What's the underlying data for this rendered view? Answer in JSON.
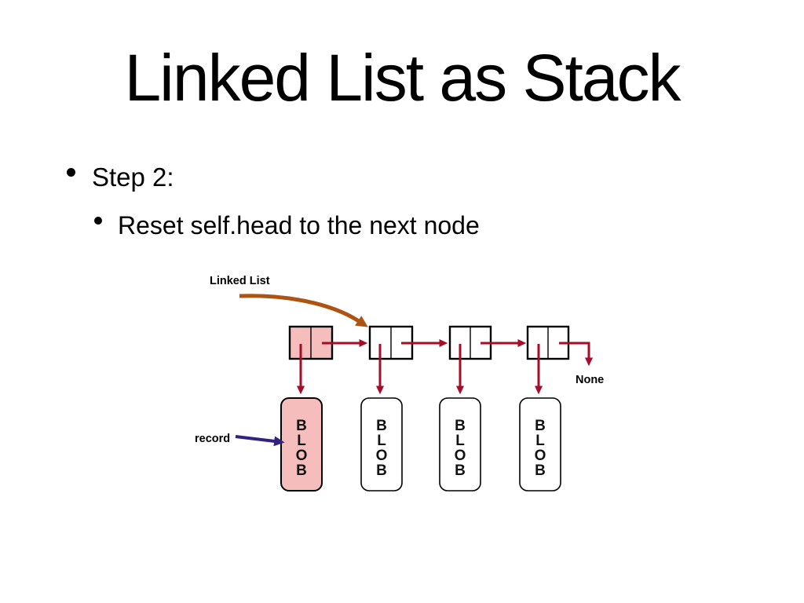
{
  "slide": {
    "title": "Linked List as Stack",
    "bullet": "Step 2:",
    "sub_bullet": "Reset self.head to the next node"
  },
  "diagram": {
    "linked_list_label": "Linked List",
    "record_label": "record",
    "none_label": "None",
    "blob_letters": [
      "B",
      "L",
      "O",
      "B"
    ],
    "nodes": [
      {
        "highlighted": true
      },
      {
        "highlighted": false
      },
      {
        "highlighted": false
      },
      {
        "highlighted": false
      }
    ],
    "colors": {
      "arrow_red": "#A60D28",
      "head_pointer_brown": "#AE5413",
      "record_arrow_purple": "#32217E",
      "highlight_pink": "#F6BDBD",
      "box_border_black": "#000000"
    }
  }
}
